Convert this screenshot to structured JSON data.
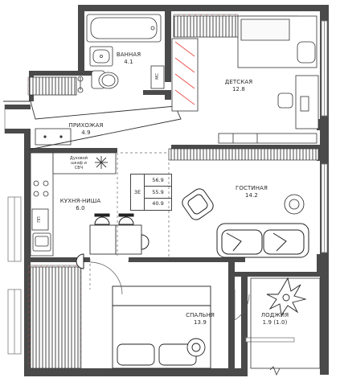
{
  "rooms": {
    "bathroom": {
      "name": "ВАННАЯ",
      "area": "4.1"
    },
    "nursery": {
      "name": "ДЕТСКАЯ",
      "area": "12.8"
    },
    "hallway": {
      "name": "ПРИХОЖАЯ",
      "area": "4.9"
    },
    "living": {
      "name": "ГОСТИНАЯ",
      "area": "14.2"
    },
    "kitchen": {
      "name": "КУХНЯ-НИША",
      "area": "6.0"
    },
    "bedroom": {
      "name": "СПАЛЬНЯ",
      "area": "13.9"
    },
    "loggia": {
      "name": "ЛОДЖИЯ",
      "area": "1.9 (1.0)"
    }
  },
  "appliances": {
    "washer_label": "МС",
    "dishwasher_label": "ПП",
    "oven_note": "Духовой шкаф и СВЧ"
  },
  "area_table": {
    "zone": "3Е",
    "total": "56.9",
    "without_loggia": "55.9",
    "living": "40.9"
  },
  "colors": {
    "wall": "#4a4a4a",
    "window": "#7a7a7a",
    "stripe": "#e7453f",
    "furniture": "#3a3a3a"
  }
}
